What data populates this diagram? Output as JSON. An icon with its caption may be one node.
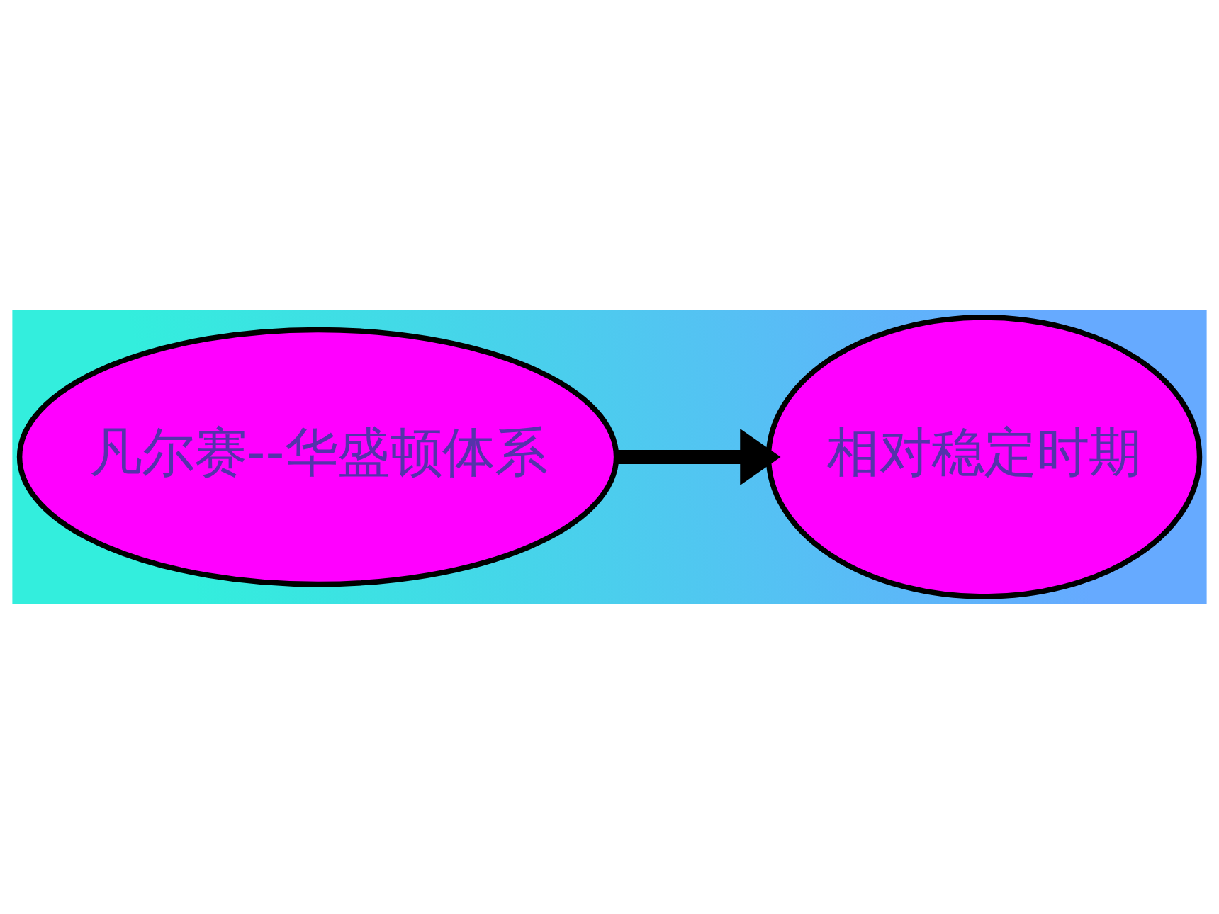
{
  "diagram": {
    "nodes": [
      {
        "text": [
          "凡尔赛--华盛顿体系"
        ]
      },
      {
        "text": [
          "相对稳定时期"
        ]
      }
    ],
    "edges": [
      {
        "from": 0,
        "to": 1,
        "arrow": "to"
      }
    ]
  }
}
